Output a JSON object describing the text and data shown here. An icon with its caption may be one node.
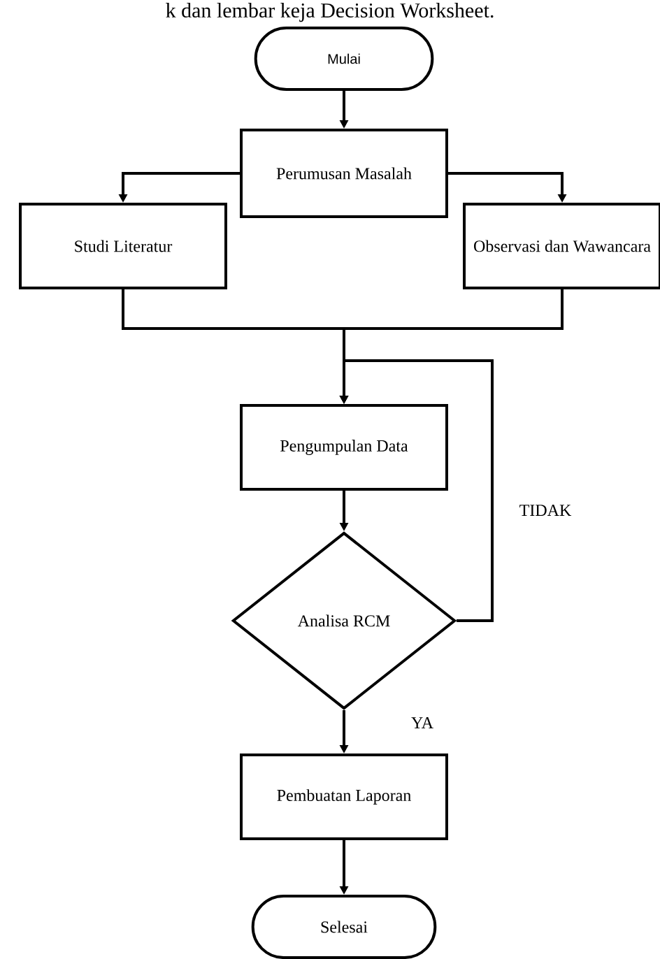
{
  "diagram": {
    "nodes": [
      {
        "text": [
          "Mulai"
        ]
      },
      {
        "text": [
          "Perumusan Masalah"
        ]
      },
      {
        "text": [
          "Studi Literatur"
        ]
      },
      {
        "text": [
          "Observasi dan Wawancara"
        ]
      },
      {
        "text": [
          "Pengumpulan Data"
        ]
      },
      {
        "text": [
          "Analisa RCM"
        ]
      },
      {
        "text": [
          "Pembuatan Laporan"
        ]
      },
      {
        "text": [
          "Selesai"
        ]
      }
    ],
    "edges": [
      {
        "from": 0,
        "to": 1,
        "arrow": "to"
      },
      {
        "from": 1,
        "to": 2,
        "arrow": "to"
      },
      {
        "from": 1,
        "to": 3,
        "arrow": "to"
      },
      {
        "from": 2,
        "to": 4,
        "arrow": "to"
      },
      {
        "from": 3,
        "to": 4,
        "arrow": "to"
      },
      {
        "from": 4,
        "to": 5,
        "arrow": "to"
      },
      {
        "from": 5,
        "to": 4,
        "arrow": "to",
        "label": "TIDAK"
      },
      {
        "from": 5,
        "to": 6,
        "arrow": "to",
        "label": "YA"
      },
      {
        "from": 6,
        "to": 7,
        "arrow": "to"
      }
    ],
    "labels": [
      "k dan lembar keja Decision Worksheet."
    ]
  }
}
